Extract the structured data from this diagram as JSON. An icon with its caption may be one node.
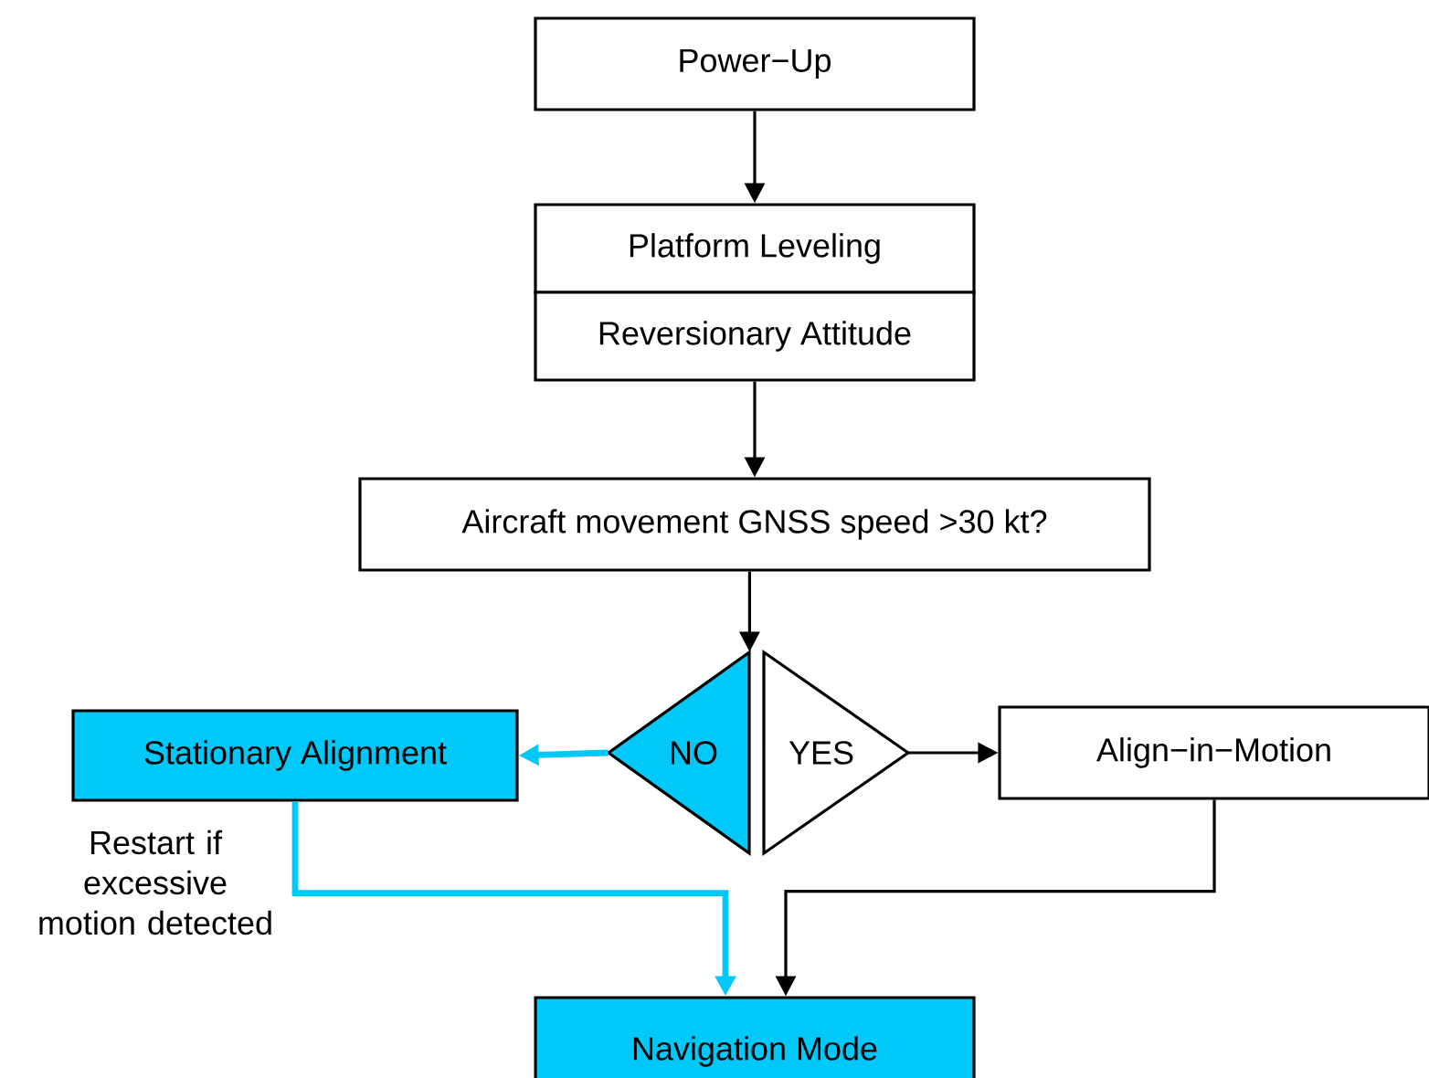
{
  "diagram": {
    "nodes": [
      {
        "text": [
          "Power−Up"
        ]
      },
      {
        "text": [
          "Platform Leveling"
        ]
      },
      {
        "text": [
          "Reversionary Attitude"
        ]
      },
      {
        "text": [
          "Aircraft movement GNSS speed >30 kt?"
        ]
      },
      {
        "text": [
          "NO"
        ]
      },
      {
        "text": [
          "YES"
        ]
      },
      {
        "text": [
          "Stationary Alignment"
        ]
      },
      {
        "text": [
          "Align−in−Motion"
        ]
      },
      {
        "text": [
          "Navigation Mode"
        ]
      }
    ],
    "edges": [
      {
        "from": 0,
        "to": 1,
        "arrow": "to"
      },
      {
        "from": 2,
        "to": 3,
        "arrow": "to"
      },
      {
        "from": 3,
        "to": 4,
        "arrow": "to"
      },
      {
        "from": 4,
        "to": 6,
        "arrow": "to",
        "style": "thick",
        "color": "#00c8f8"
      },
      {
        "from": 5,
        "to": 7,
        "arrow": "to"
      },
      {
        "from": 6,
        "to": 8,
        "arrow": "to",
        "style": "thick",
        "color": "#00c8f8",
        "label": "Restart if excessive motion detected"
      },
      {
        "from": 7,
        "to": 8,
        "arrow": "to"
      }
    ]
  }
}
